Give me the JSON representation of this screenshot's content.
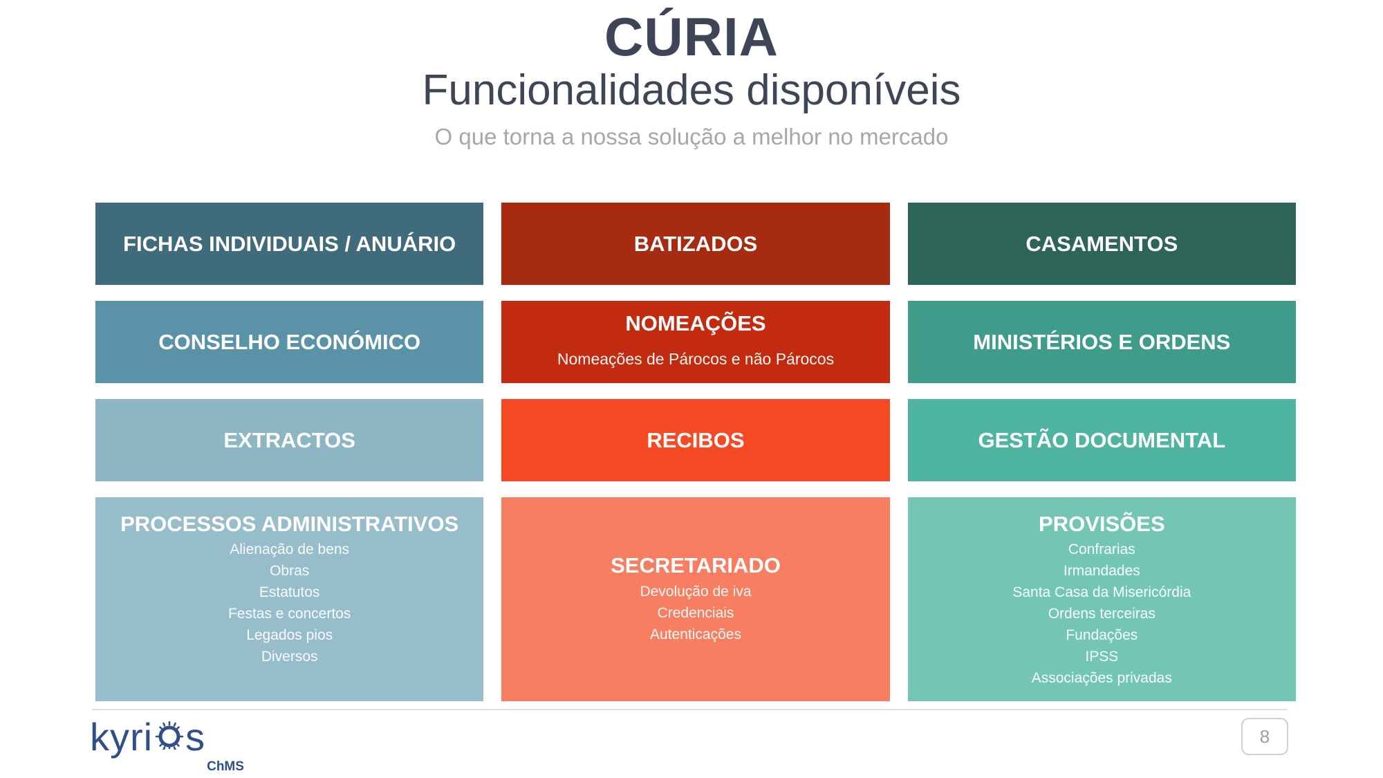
{
  "header": {
    "title": "CÚRIA",
    "subtitle": "Funcionalidades disponíveis",
    "tagline": "O que torna a nossa solução a melhor no mercado"
  },
  "grid": {
    "cells": {
      "fichas": {
        "title": "FICHAS INDIVIDUAIS / ANUÁRIO",
        "bg": "#3F6B7B"
      },
      "batizados": {
        "title": "BATIZADOS",
        "bg": "#A62B11"
      },
      "casamentos": {
        "title": "CASAMENTOS",
        "bg": "#2D6659"
      },
      "conselho": {
        "title": "CONSELHO ECONÓMICO",
        "bg": "#5A93A8"
      },
      "nomeacoes": {
        "title": "NOMEAÇÕES",
        "subtitle": "Nomeações de Párocos e não Párocos",
        "bg": "#C32B10"
      },
      "ministerios": {
        "title": "MINISTÉRIOS E ORDENS",
        "bg": "#3F9B8A"
      },
      "extractos": {
        "title": "EXTRACTOS",
        "bg": "#8DB6C4"
      },
      "recibos": {
        "title": "RECIBOS",
        "bg": "#F54A23"
      },
      "gestao": {
        "title": "GESTÃO DOCUMENTAL",
        "bg": "#4FB4A2"
      },
      "processos": {
        "title": "PROCESSOS ADMINISTRATIVOS",
        "bg": "#97BCCA",
        "items": [
          "Alienação de bens",
          "Obras",
          "Estatutos",
          "Festas e concertos",
          "Legados pios",
          "Diversos"
        ]
      },
      "secretariado": {
        "title": "SECRETARIADO",
        "bg": "#F87E62",
        "items": [
          "Devolução de iva",
          "Credenciais",
          "Autenticações"
        ]
      },
      "provisoes": {
        "title": "PROVISÕES",
        "bg": "#73C6B6",
        "items": [
          "Confrarias",
          "Irmandades",
          "Santa Casa da Misericórdia",
          "Ordens terceiras",
          "Fundações",
          "IPSS",
          "Associações privadas"
        ]
      }
    }
  },
  "footer": {
    "logo_left": "kyri",
    "logo_right": "s",
    "logo_sub": "ChMS",
    "logo_color": "#2F4F87",
    "page_number": "8"
  }
}
